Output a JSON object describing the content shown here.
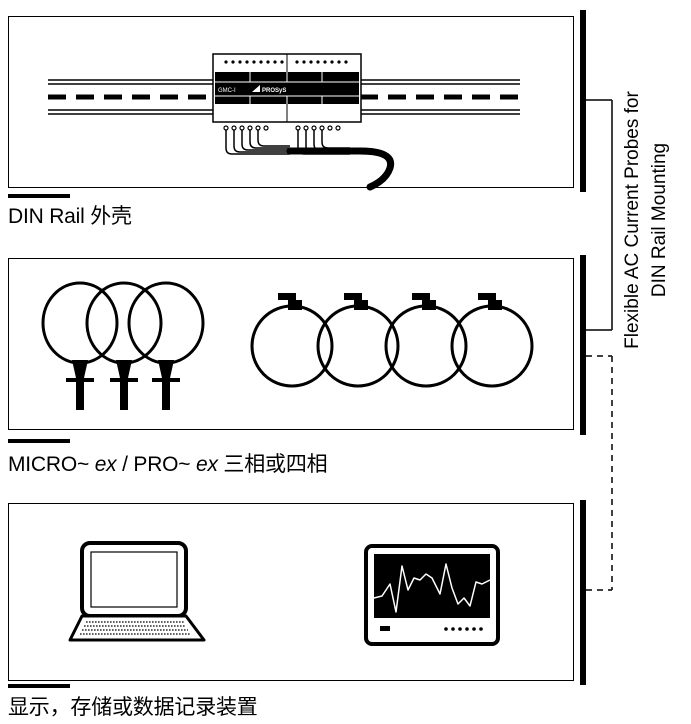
{
  "captions": {
    "din": "DIN Rail 外壳",
    "micro_a": "MICRO~ ",
    "micro_ex1": "ex",
    "micro_b": " / PRO~ ",
    "micro_ex2": "ex",
    "micro_c": " 三相或四相",
    "display": "显示，存储或数据记录装置"
  },
  "module": {
    "brand": "GMC-I",
    "product": "PROSyS"
  },
  "side_label": {
    "line1": "Flexible AC Current Probes for",
    "line2": "DIN Rail Mounting"
  }
}
